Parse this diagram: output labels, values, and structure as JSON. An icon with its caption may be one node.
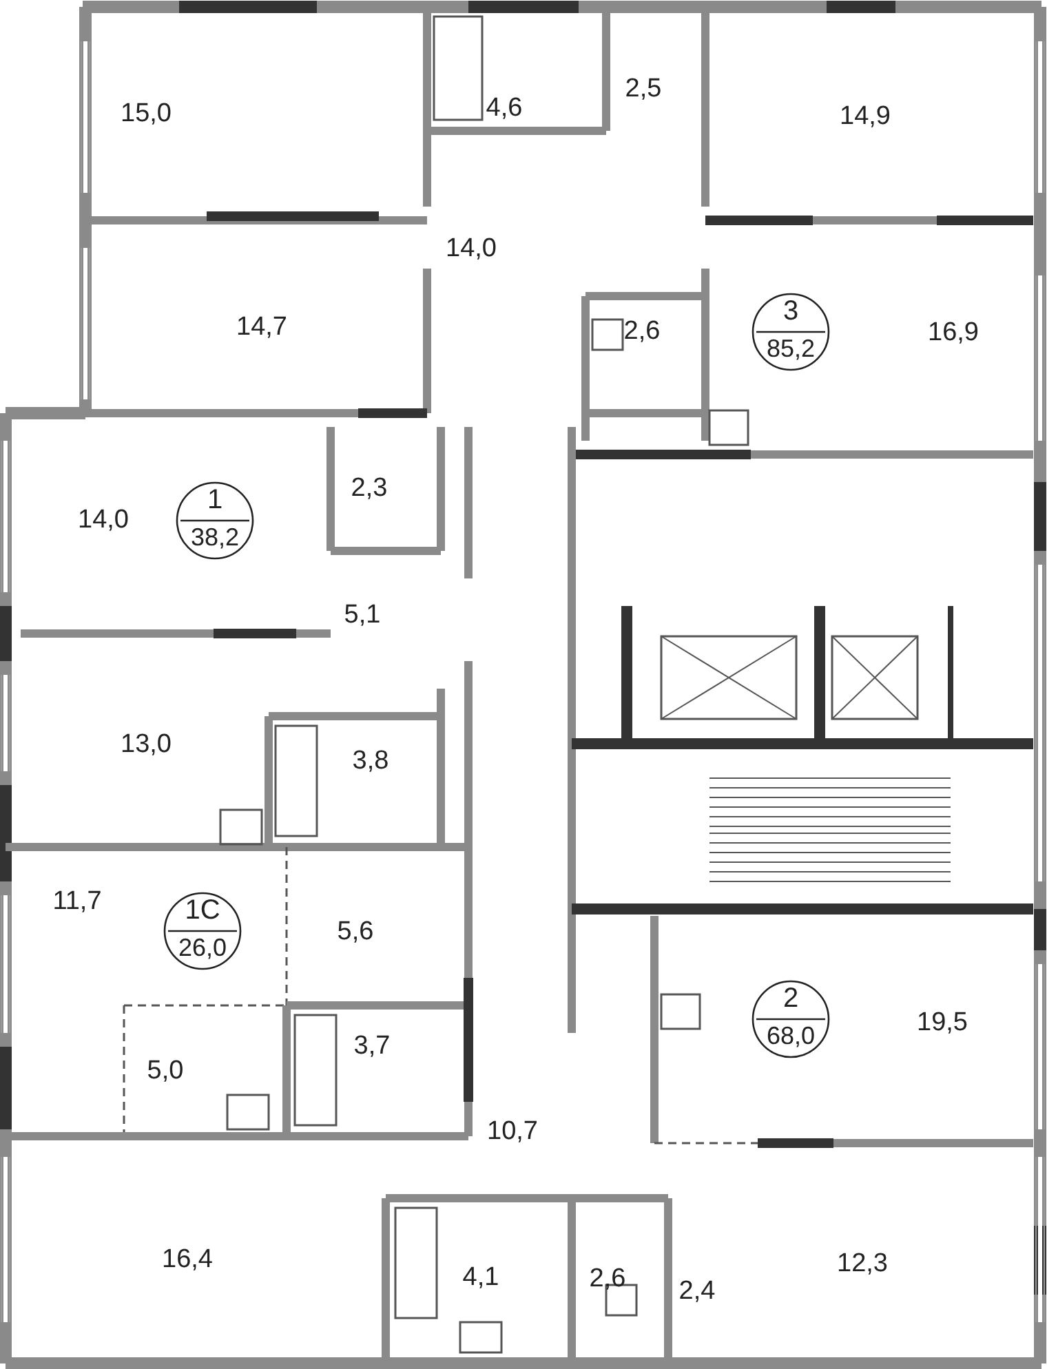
{
  "diagram": {
    "nodes": [
      {
        "text": [
          "3",
          "85,2"
        ]
      },
      {
        "text": [
          "1",
          "38,2"
        ]
      },
      {
        "text": [
          "1C",
          "26,0"
        ]
      },
      {
        "text": [
          "2",
          "68,0"
        ]
      }
    ],
    "labels": [
      "15,0",
      "4,6",
      "2,5",
      "14,9",
      "14,0",
      "14,7",
      "2,6",
      "16,9",
      "2,3",
      "14,0",
      "5,1",
      "13,0",
      "3,8",
      "11,7",
      "5,6",
      "3,7",
      "19,5",
      "5,0",
      "10,7",
      "16,4",
      "4,1",
      "2,6",
      "2,4",
      "12,3"
    ]
  }
}
